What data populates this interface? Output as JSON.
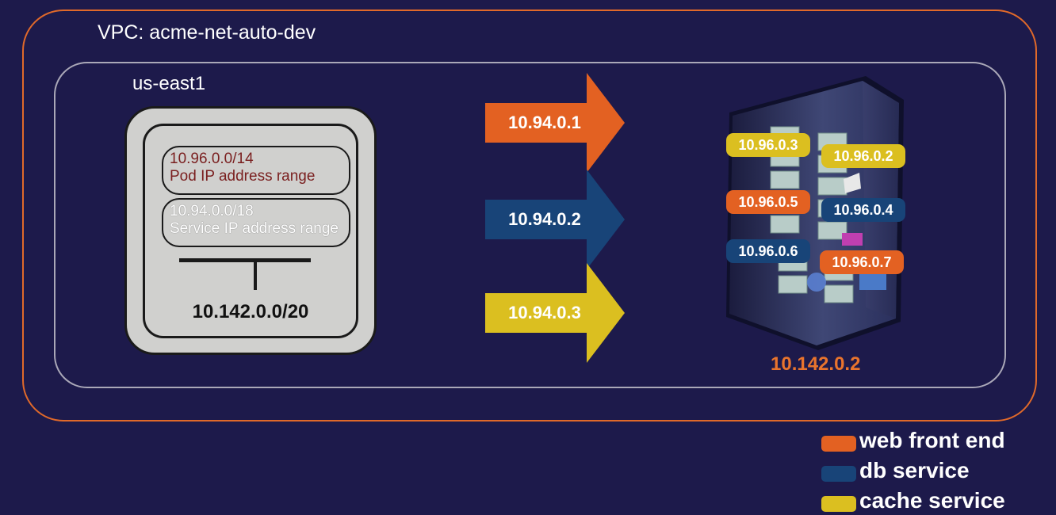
{
  "colors": {
    "web": "#e36122",
    "db": "#184478",
    "cache": "#dbbf20",
    "vpc_border": "#e0692a",
    "region_border": "#aaa8b8",
    "background": "#1d1a4b"
  },
  "vpc": {
    "title": "VPC: acme-net-auto-dev"
  },
  "region": {
    "title": "us-east1"
  },
  "subnet": {
    "pod_range": {
      "cidr": "10.96.0.0/14",
      "label": "Pod IP address range"
    },
    "service_range": {
      "cidr": "10.94.0.0/18",
      "label": "Service IP address range"
    },
    "cidr": "10.142.0.0/20"
  },
  "services": [
    {
      "ip": "10.94.0.1",
      "type": "web"
    },
    {
      "ip": "10.94.0.2",
      "type": "db"
    },
    {
      "ip": "10.94.0.3",
      "type": "cache"
    }
  ],
  "node": {
    "ip": "10.142.0.2",
    "icon": "server-rack-icon",
    "pods": [
      {
        "ip": "10.96.0.3",
        "type": "cache"
      },
      {
        "ip": "10.96.0.2",
        "type": "cache"
      },
      {
        "ip": "10.96.0.5",
        "type": "web"
      },
      {
        "ip": "10.96.0.4",
        "type": "db"
      },
      {
        "ip": "10.96.0.6",
        "type": "db"
      },
      {
        "ip": "10.96.0.7",
        "type": "web"
      }
    ]
  },
  "legend": [
    {
      "label": "web front end",
      "type": "web"
    },
    {
      "label": "db service",
      "type": "db"
    },
    {
      "label": "cache service",
      "type": "cache"
    }
  ]
}
